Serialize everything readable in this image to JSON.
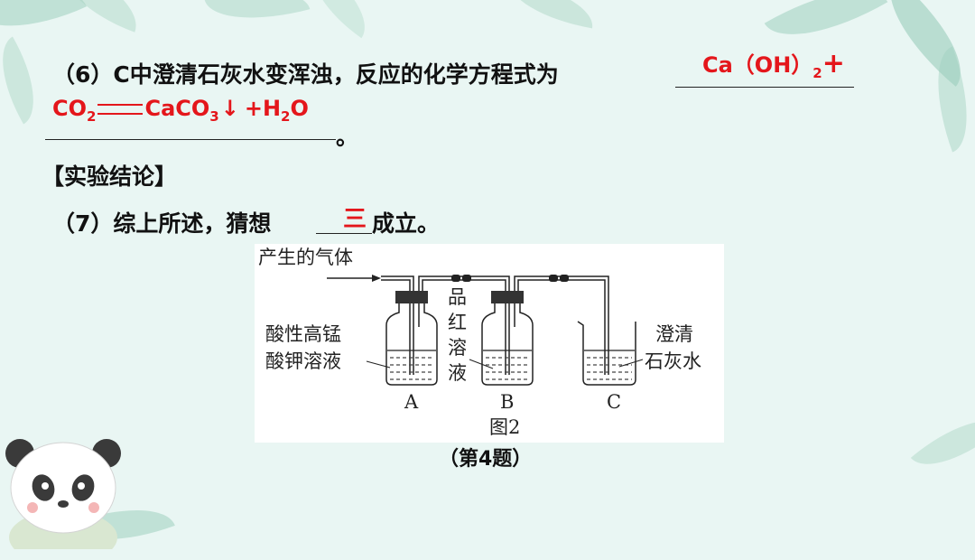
{
  "q6": {
    "prefix": "（6）C中澄清石灰水变浑浊，反应的化学方程式为",
    "answer_line1": "Ca（OH）",
    "answer_sub2": "2",
    "answer_plus": "+",
    "answer_line2_co": "CO",
    "answer_line2_co_sub": "2",
    "answer_line2_eq": "CaCO",
    "answer_line2_sub3": "3",
    "answer_line2_down": "↓",
    "answer_line2_plus": "+H",
    "answer_line2_h_sub": "2",
    "answer_line2_o": "O",
    "end_mark": "。"
  },
  "conclusion_heading": "【实验结论】",
  "q7": {
    "prefix": "（7）综上所述，猜想",
    "answer": "三",
    "suffix": "成立。"
  },
  "diagram": {
    "gas_label": "产生的气体",
    "left_label_line1": "酸性高锰",
    "left_label_line2": "酸钾溶液",
    "middle_label": [
      "品",
      "红",
      "溶",
      "液"
    ],
    "right_label_line1": "澄清",
    "right_label_line2": "石灰水",
    "bottle_a": "A",
    "bottle_b": "B",
    "bottle_c": "C",
    "figure_label": "图2"
  },
  "caption": "（第4题）",
  "colors": {
    "answer": "#e4161b",
    "background": "#e9f6f3"
  }
}
